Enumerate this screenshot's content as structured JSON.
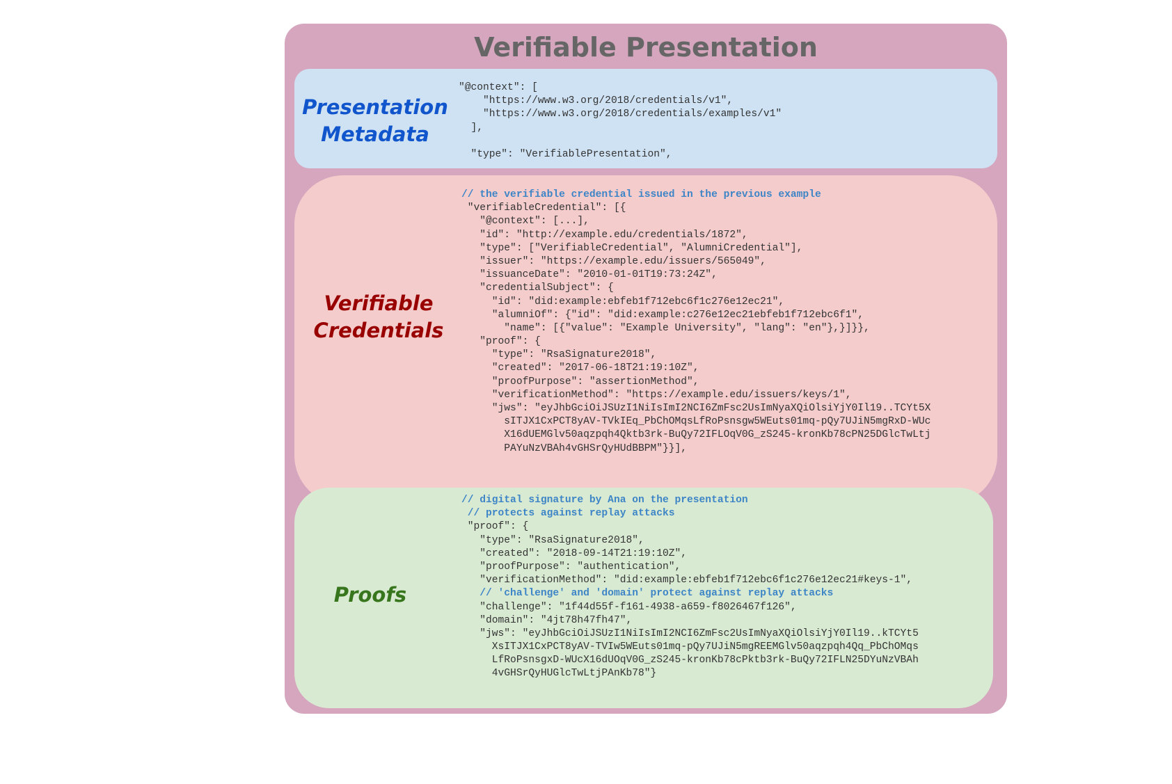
{
  "title": "Verifiable Presentation",
  "colors": {
    "outer": "#d5a6bd",
    "metadata_bg": "#cfe2f3",
    "credentials_bg": "#f4cccc",
    "proofs_bg": "#d9ead3",
    "metadata_label": "#1155cc",
    "credentials_label": "#990000",
    "proofs_label": "#38761d",
    "comment": "#3d85c6",
    "title": "#666666"
  },
  "sections": {
    "metadata": {
      "label": "Presentation\nMetadata",
      "lines": [
        {
          "text": "\"@context\": [",
          "comment": false
        },
        {
          "text": "    \"https://www.w3.org/2018/credentials/v1\",",
          "comment": false
        },
        {
          "text": "    \"https://www.w3.org/2018/credentials/examples/v1\"",
          "comment": false
        },
        {
          "text": "  ],",
          "comment": false
        },
        {
          "text": "",
          "comment": false
        },
        {
          "text": "  \"type\": \"VerifiablePresentation\",",
          "comment": false
        }
      ]
    },
    "credentials": {
      "label": "Verifiable\nCredentials",
      "lines": [
        {
          "text": "// the verifiable credential issued in the previous example",
          "comment": true
        },
        {
          "text": " \"verifiableCredential\": [{",
          "comment": false
        },
        {
          "text": "   \"@context\": [...],",
          "comment": false
        },
        {
          "text": "   \"id\": \"http://example.edu/credentials/1872\",",
          "comment": false
        },
        {
          "text": "   \"type\": [\"VerifiableCredential\", \"AlumniCredential\"],",
          "comment": false
        },
        {
          "text": "   \"issuer\": \"https://example.edu/issuers/565049\",",
          "comment": false
        },
        {
          "text": "   \"issuanceDate\": \"2010-01-01T19:73:24Z\",",
          "comment": false
        },
        {
          "text": "   \"credentialSubject\": {",
          "comment": false
        },
        {
          "text": "     \"id\": \"did:example:ebfeb1f712ebc6f1c276e12ec21\",",
          "comment": false
        },
        {
          "text": "     \"alumniOf\": {\"id\": \"did:example:c276e12ec21ebfeb1f712ebc6f1\",",
          "comment": false
        },
        {
          "text": "       \"name\": [{\"value\": \"Example University\", \"lang\": \"en\"},}]}},",
          "comment": false
        },
        {
          "text": "   \"proof\": {",
          "comment": false
        },
        {
          "text": "     \"type\": \"RsaSignature2018\",",
          "comment": false
        },
        {
          "text": "     \"created\": \"2017-06-18T21:19:10Z\",",
          "comment": false
        },
        {
          "text": "     \"proofPurpose\": \"assertionMethod\",",
          "comment": false
        },
        {
          "text": "     \"verificationMethod\": \"https://example.edu/issuers/keys/1\",",
          "comment": false
        },
        {
          "text": "     \"jws\": \"eyJhbGciOiJSUzI1NiIsImI2NCI6ZmFsc2UsImNyaXQiOlsiYjY0Il19..TCYt5X",
          "comment": false
        },
        {
          "text": "       sITJX1CxPCT8yAV-TVkIEq_PbChOMqsLfRoPsnsgw5WEuts01mq-pQy7UJiN5mgRxD-WUc",
          "comment": false
        },
        {
          "text": "       X16dUEMGlv50aqzpqh4Qktb3rk-BuQy72IFLOqV0G_zS245-kronKb78cPN25DGlcTwLtj",
          "comment": false
        },
        {
          "text": "       PAYuNzVBAh4vGHSrQyHUdBBPM\"}}],",
          "comment": false
        }
      ]
    },
    "proofs": {
      "label": "Proofs",
      "lines": [
        {
          "text": "// digital signature by Ana on the presentation",
          "comment": true
        },
        {
          "text": " // protects against replay attacks",
          "comment": true
        },
        {
          "text": " \"proof\": {",
          "comment": false
        },
        {
          "text": "   \"type\": \"RsaSignature2018\",",
          "comment": false
        },
        {
          "text": "   \"created\": \"2018-09-14T21:19:10Z\",",
          "comment": false
        },
        {
          "text": "   \"proofPurpose\": \"authentication\",",
          "comment": false
        },
        {
          "text": "   \"verificationMethod\": \"did:example:ebfeb1f712ebc6f1c276e12ec21#keys-1\",",
          "comment": false
        },
        {
          "text": "   // 'challenge' and 'domain' protect against replay attacks",
          "comment": true
        },
        {
          "text": "   \"challenge\": \"1f44d55f-f161-4938-a659-f8026467f126\",",
          "comment": false
        },
        {
          "text": "   \"domain\": \"4jt78h47fh47\",",
          "comment": false
        },
        {
          "text": "   \"jws\": \"eyJhbGciOiJSUzI1NiIsImI2NCI6ZmFsc2UsImNyaXQiOlsiYjY0Il19..kTCYt5",
          "comment": false
        },
        {
          "text": "     XsITJX1CxPCT8yAV-TVIw5WEuts01mq-pQy7UJiN5mgREEMGlv50aqzpqh4Qq_PbChOMqs",
          "comment": false
        },
        {
          "text": "     LfRoPsnsgxD-WUcX16dUOqV0G_zS245-kronKb78cPktb3rk-BuQy72IFLN25DYuNzVBAh",
          "comment": false
        },
        {
          "text": "     4vGHSrQyHUGlcTwLtjPAnKb78\"}",
          "comment": false
        }
      ]
    }
  }
}
